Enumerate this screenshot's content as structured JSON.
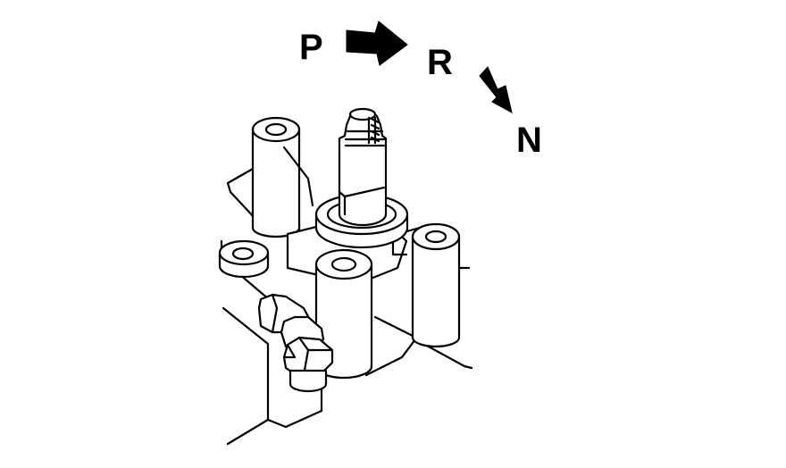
{
  "labels": {
    "p": "P",
    "r": "R",
    "n": "N"
  },
  "colors": {
    "line": "#000000",
    "background": "#ffffff"
  }
}
